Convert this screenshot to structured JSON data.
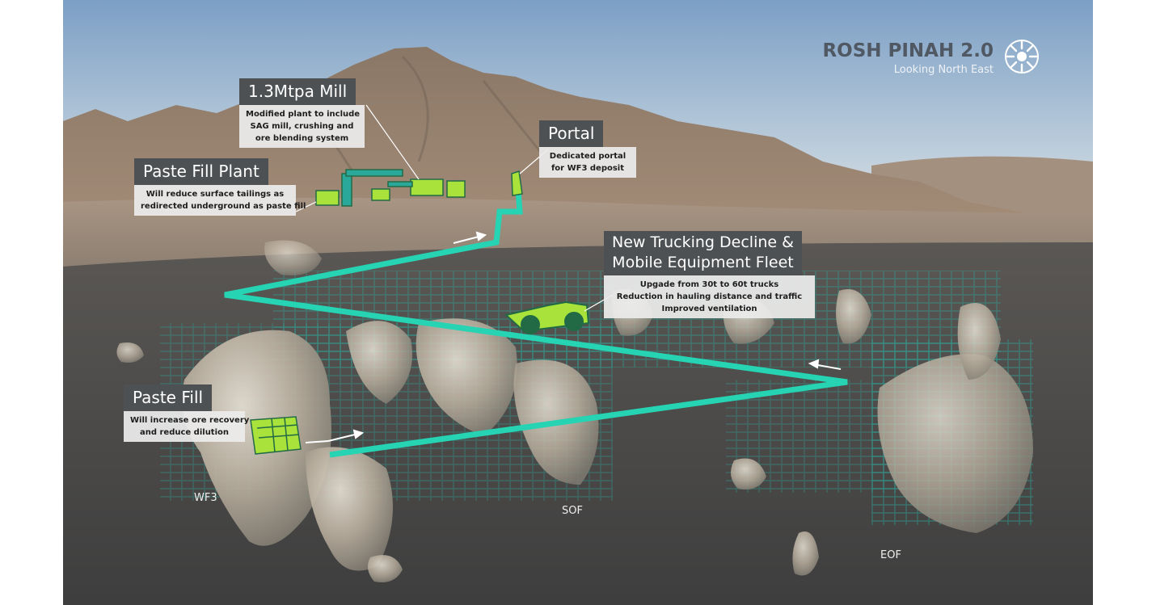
{
  "header": {
    "title": "ROSH PINAH 2.0",
    "subtitle": "Looking North East",
    "logo_icon": "sun-compass-icon"
  },
  "callouts": {
    "mill": {
      "title": "1.3Mtpa Mill",
      "lines": [
        "Modified plant to include",
        "SAG mill, crushing and",
        "ore blending system"
      ]
    },
    "portal": {
      "title": "Portal",
      "lines": [
        "Dedicated portal",
        "for WF3 deposit"
      ]
    },
    "paste_fill_plant": {
      "title": "Paste Fill Plant",
      "lines": [
        "Will reduce surface tailings as",
        "redirected underground as paste fill"
      ]
    },
    "trucking": {
      "title_lines": [
        "New Trucking Decline &",
        "Mobile Equipment Fleet"
      ],
      "lines": [
        "Upgade from 30t to 60t trucks",
        "Reduction in hauling distance and traffic",
        "Improved ventilation"
      ]
    },
    "paste_fill": {
      "title": "Paste Fill",
      "lines": [
        "Will increase ore recovery",
        "and reduce dilution"
      ]
    }
  },
  "deposits": {
    "wf3": "WF3",
    "sof": "SOF",
    "eof": "EOF"
  },
  "colors": {
    "decline": "#26d3b3",
    "workings": "#2aa99b",
    "equipment": "#a8e23a",
    "callout_head": "#4e5153",
    "callout_body": "#ececec",
    "title_text": "#4f5863"
  }
}
